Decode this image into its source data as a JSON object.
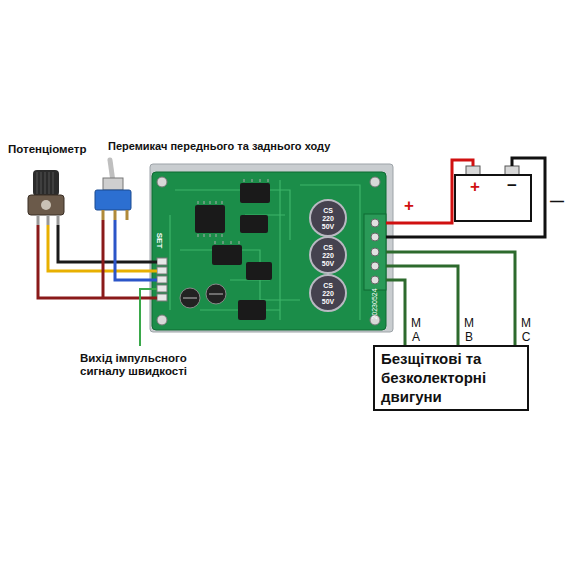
{
  "diagram": {
    "nodes": [
      {
        "text": [
          "Безщіткові та безколекторні двигуни"
        ]
      }
    ],
    "labels": [
      "Потенціометр",
      "Перемикач переднього та заднього ходу",
      "Вихід імпульсного сигналу швидкості",
      "+",
      "−",
      "+",
      "—",
      "M A",
      "M B",
      "M C",
      "SET",
      "20230524",
      "CS 220 50V",
      "CS 220 50V",
      "CS 220 50V"
    ]
  }
}
